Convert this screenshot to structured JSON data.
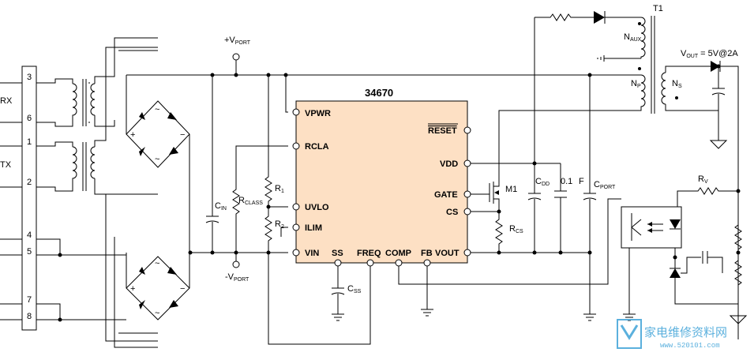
{
  "chip": {
    "name": "34670",
    "pins": {
      "vpwr": "VPWR",
      "rcla": "RCLA",
      "uvlo": "UVLO",
      "ilim": "ILIM",
      "vin": "VIN",
      "ss": "SS",
      "freq": "FREQ",
      "comp": "COMP",
      "fb": "FB",
      "vout": "VOUT",
      "reset": "RESET",
      "vdd": "VDD",
      "gate": "GATE",
      "cs": "CS"
    }
  },
  "connector": {
    "pins": [
      "3",
      "6",
      "1",
      "2",
      "4",
      "5",
      "7",
      "8"
    ],
    "rx": "RX",
    "tx": "TX"
  },
  "labels": {
    "vport_pos_prefix": "+V",
    "vport_neg_prefix": "-V",
    "vport_sub": "PORT",
    "c_in": "C",
    "c_in_sub": "IN",
    "r_class": "R",
    "r_class_sub": "CLASS",
    "r1": "R",
    "r1_sub": "1",
    "r2": "R",
    "r2_sub": "2",
    "c_ss": "C",
    "c_ss_sub": "SS",
    "m1": "M1",
    "r_cs": "R",
    "r_cs_sub": "CS",
    "c_dd": "C",
    "c_dd_sub": "DD",
    "cap_01": "0.1",
    "cap_f": "F",
    "c_port": "C",
    "c_port_sub": "PORT",
    "t1": "T1",
    "n_aux": "N",
    "n_aux_sub": "AUX",
    "n_p": "N",
    "n_p_sub": "P",
    "n_s": "N",
    "n_s_sub": "S",
    "vout_prefix": "V",
    "vout_sub": "OUT",
    "vout_value": " = 5V@2A",
    "r_v": "R",
    "r_v_sub": "V"
  },
  "watermark": {
    "text": "家电维修资料网",
    "url": "www.520101.com"
  },
  "colors": {
    "chip_fill": "#fde0c4",
    "watermark": "#3fa3d8"
  }
}
